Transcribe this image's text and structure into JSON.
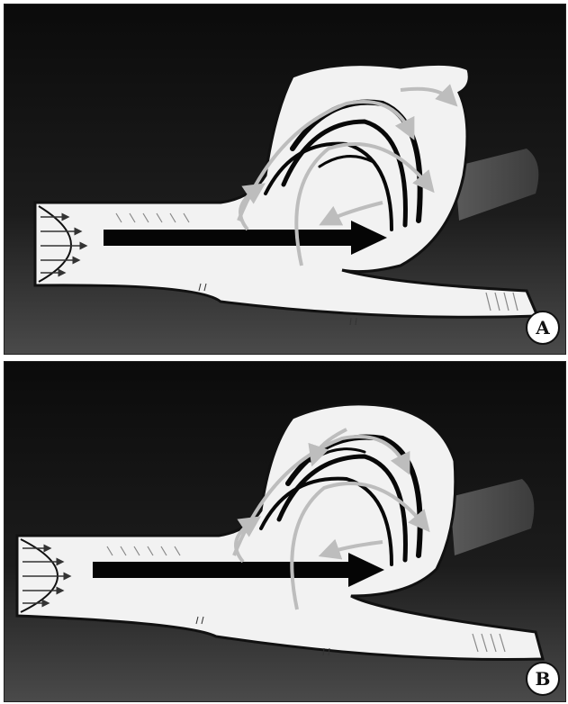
{
  "panels": [
    {
      "label": "A",
      "inflow_arrow_count": 5
    },
    {
      "label": "B",
      "inflow_arrow_count": 5
    }
  ],
  "colors": {
    "background_dark": "#0e0e0e",
    "background_mid": "#3a3a3a",
    "vessel_wall": "#f2f2f2",
    "jet_arrow": "#050505",
    "swirl_light": "#cfcfcf",
    "adjacent_vessel": "#5e5e5e"
  }
}
